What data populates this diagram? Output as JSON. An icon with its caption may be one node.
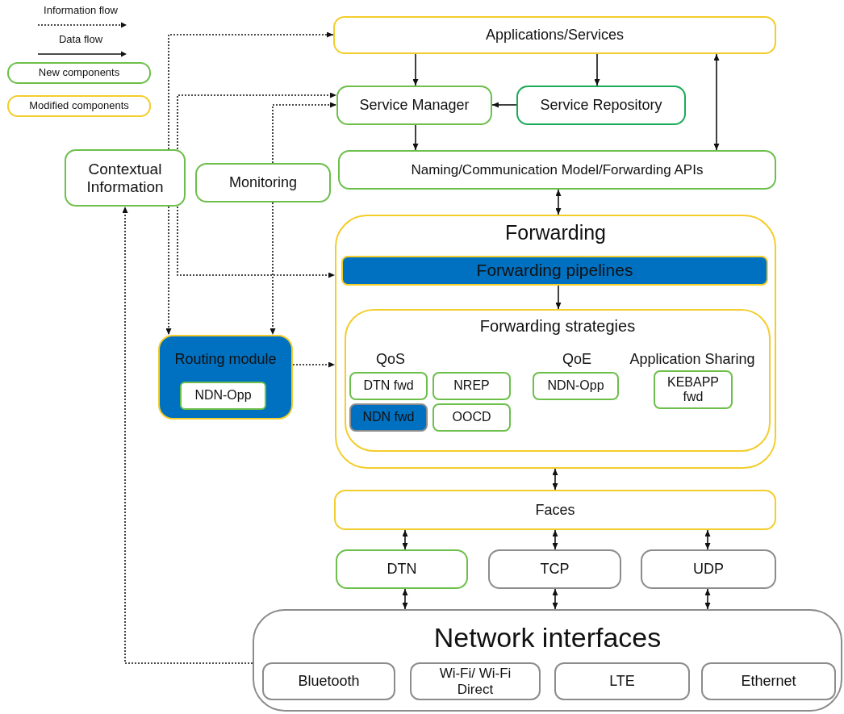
{
  "diagram": {
    "nodes": [
      {
        "text": [
          "Applications/Services"
        ]
      },
      {
        "text": [
          "Service Manager"
        ]
      },
      {
        "text": [
          "Service Repository"
        ]
      },
      {
        "text": [
          "Contextual Information"
        ]
      },
      {
        "text": [
          "Monitoring"
        ]
      },
      {
        "text": [
          "Naming/Communication Model/Forwarding APIs"
        ]
      },
      {
        "text": [
          "Forwarding"
        ]
      },
      {
        "text": [
          "Forwarding pipelines"
        ],
        "in": 6
      },
      {
        "text": [
          "Forwarding strategies",
          "QoS",
          "QoE",
          "Application Sharing"
        ],
        "in": 6
      },
      {
        "text": [
          "DTN fwd"
        ],
        "in": 8
      },
      {
        "text": [
          "NREP"
        ],
        "in": 8
      },
      {
        "text": [
          "NDN fwd"
        ],
        "in": 8
      },
      {
        "text": [
          "OOCD"
        ],
        "in": 8
      },
      {
        "text": [
          "NDN-Opp"
        ],
        "in": 8
      },
      {
        "text": [
          "KEBAPP fwd"
        ],
        "in": 8
      },
      {
        "text": [
          "Routing module"
        ]
      },
      {
        "text": [
          "NDN-Opp"
        ],
        "in": 15
      },
      {
        "text": [
          "Faces"
        ]
      },
      {
        "text": [
          "DTN"
        ]
      },
      {
        "text": [
          "TCP"
        ]
      },
      {
        "text": [
          "UDP"
        ]
      },
      {
        "text": [
          "Network interfaces"
        ]
      },
      {
        "text": [
          "Bluetooth"
        ],
        "in": 21
      },
      {
        "text": [
          "Wi-Fi/ Wi-Fi Direct"
        ],
        "in": 21
      },
      {
        "text": [
          "LTE"
        ],
        "in": 21
      },
      {
        "text": [
          "Ethernet"
        ],
        "in": 21
      }
    ],
    "edges": [
      {
        "from": 0,
        "to": 1,
        "arrow": "to"
      },
      {
        "from": 0,
        "to": 2,
        "arrow": "to"
      },
      {
        "from": 2,
        "to": 1,
        "arrow": "to"
      },
      {
        "from": 1,
        "to": 5,
        "arrow": "to"
      },
      {
        "from": 0,
        "to": 5,
        "arrow": "both"
      },
      {
        "from": 5,
        "to": 6,
        "arrow": "both"
      },
      {
        "from": 7,
        "to": 8,
        "arrow": "to"
      },
      {
        "from": 6,
        "to": 17,
        "arrow": "both"
      },
      {
        "from": 17,
        "to": 18,
        "arrow": "both"
      },
      {
        "from": 17,
        "to": 19,
        "arrow": "both"
      },
      {
        "from": 17,
        "to": 20,
        "arrow": "both"
      },
      {
        "from": 18,
        "to": 21,
        "arrow": "both"
      },
      {
        "from": 19,
        "to": 21,
        "arrow": "both"
      },
      {
        "from": 20,
        "to": 21,
        "arrow": "both"
      },
      {
        "from": 3,
        "to": 0,
        "arrow": "to",
        "style": "dashed"
      },
      {
        "from": 3,
        "to": 1,
        "arrow": "to",
        "style": "dashed"
      },
      {
        "from": 4,
        "to": 1,
        "arrow": "to",
        "style": "dashed"
      },
      {
        "from": 3,
        "to": 6,
        "arrow": "to",
        "style": "dashed"
      },
      {
        "from": 3,
        "to": 15,
        "arrow": "to",
        "style": "dashed"
      },
      {
        "from": 4,
        "to": 15,
        "arrow": "to",
        "style": "dashed"
      },
      {
        "from": 15,
        "to": 6,
        "arrow": "to",
        "style": "dashed"
      },
      {
        "from": 21,
        "to": 3,
        "arrow": "to",
        "style": "dashed"
      }
    ],
    "legend": [
      {
        "text": "Information flow"
      },
      {
        "text": "Data flow"
      },
      {
        "text": "New components"
      },
      {
        "text": "Modified components"
      }
    ]
  }
}
